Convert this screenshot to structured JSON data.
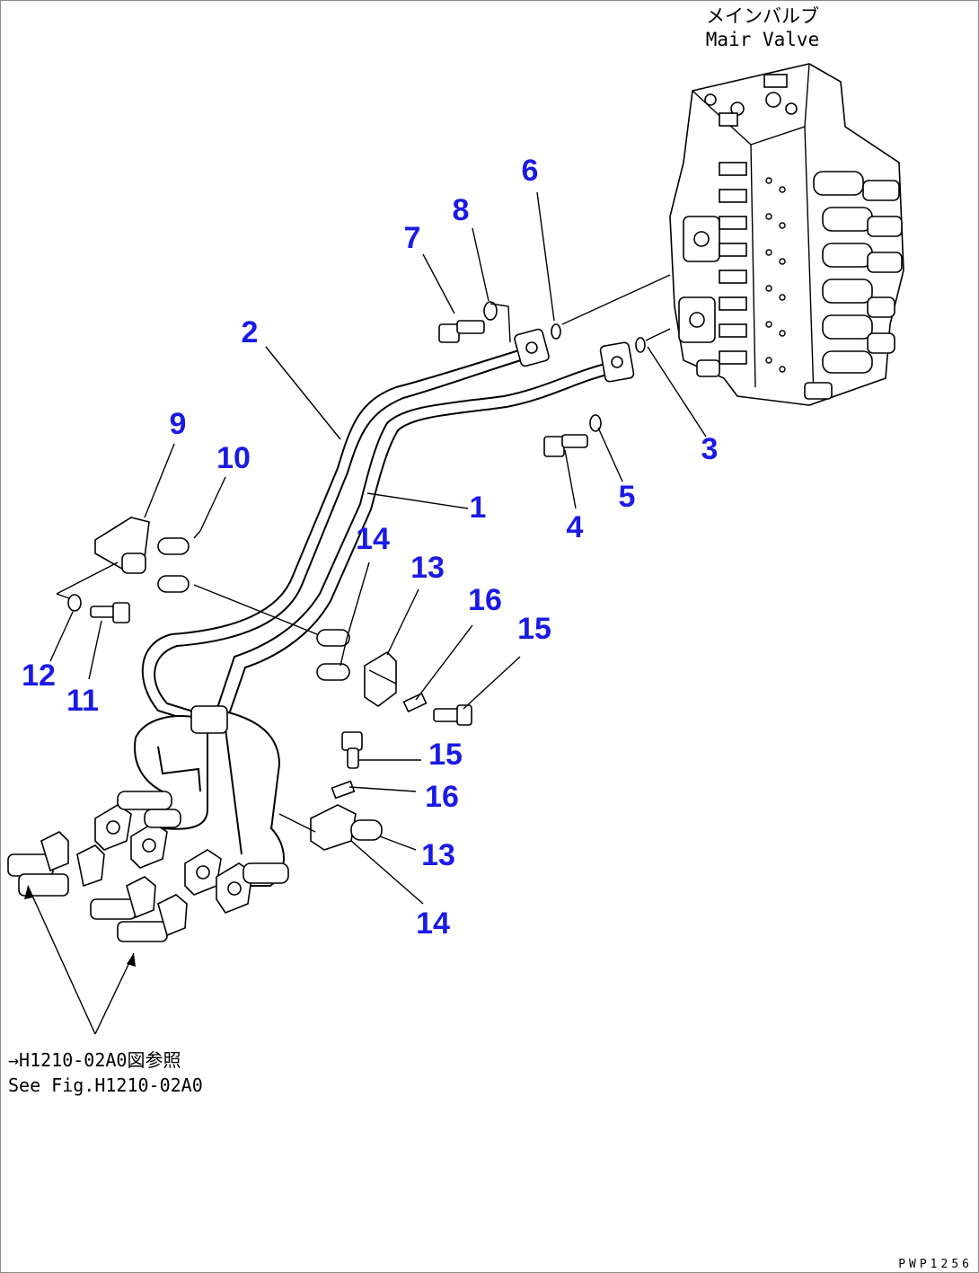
{
  "header": {
    "valve_label_jp": "メインバルブ",
    "valve_label_en": "Mair Valve"
  },
  "callouts": [
    {
      "id": "c1",
      "text": "1"
    },
    {
      "id": "c2",
      "text": "2"
    },
    {
      "id": "c3",
      "text": "3"
    },
    {
      "id": "c4",
      "text": "4"
    },
    {
      "id": "c5",
      "text": "5"
    },
    {
      "id": "c6",
      "text": "6"
    },
    {
      "id": "c7",
      "text": "7"
    },
    {
      "id": "c8",
      "text": "8"
    },
    {
      "id": "c9",
      "text": "9"
    },
    {
      "id": "c10",
      "text": "10"
    },
    {
      "id": "c11",
      "text": "11"
    },
    {
      "id": "c12",
      "text": "12"
    },
    {
      "id": "c13a",
      "text": "13"
    },
    {
      "id": "c13b",
      "text": "13"
    },
    {
      "id": "c14a",
      "text": "14"
    },
    {
      "id": "c14b",
      "text": "14"
    },
    {
      "id": "c15a",
      "text": "15"
    },
    {
      "id": "c15b",
      "text": "15"
    },
    {
      "id": "c16a",
      "text": "16"
    },
    {
      "id": "c16b",
      "text": "16"
    }
  ],
  "reference": {
    "jp": "→H1210-02A0図参照",
    "en": "See Fig.H1210-02A0"
  },
  "figure_code": "PWP1256"
}
